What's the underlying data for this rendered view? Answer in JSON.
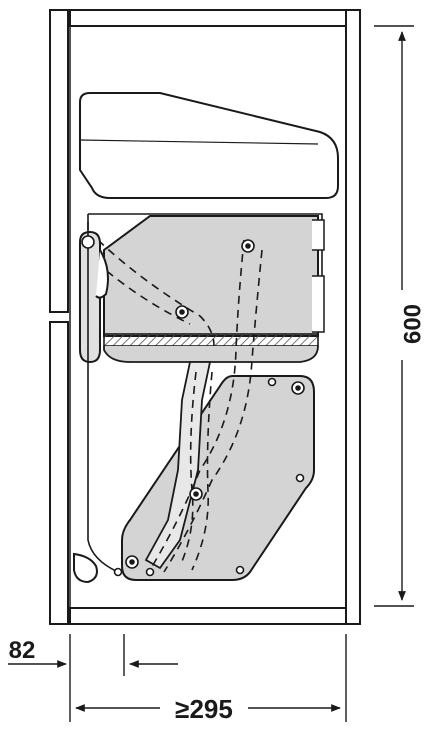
{
  "dimensions": {
    "height": "600",
    "offset": "82",
    "min_width": "≥295"
  },
  "colors": {
    "line": "#1a1a1a",
    "cabinet_fill": "#ffffff",
    "basket_fill": "#d4d4d4",
    "upper_fill": "#ffffff",
    "hatch": "#555555"
  }
}
